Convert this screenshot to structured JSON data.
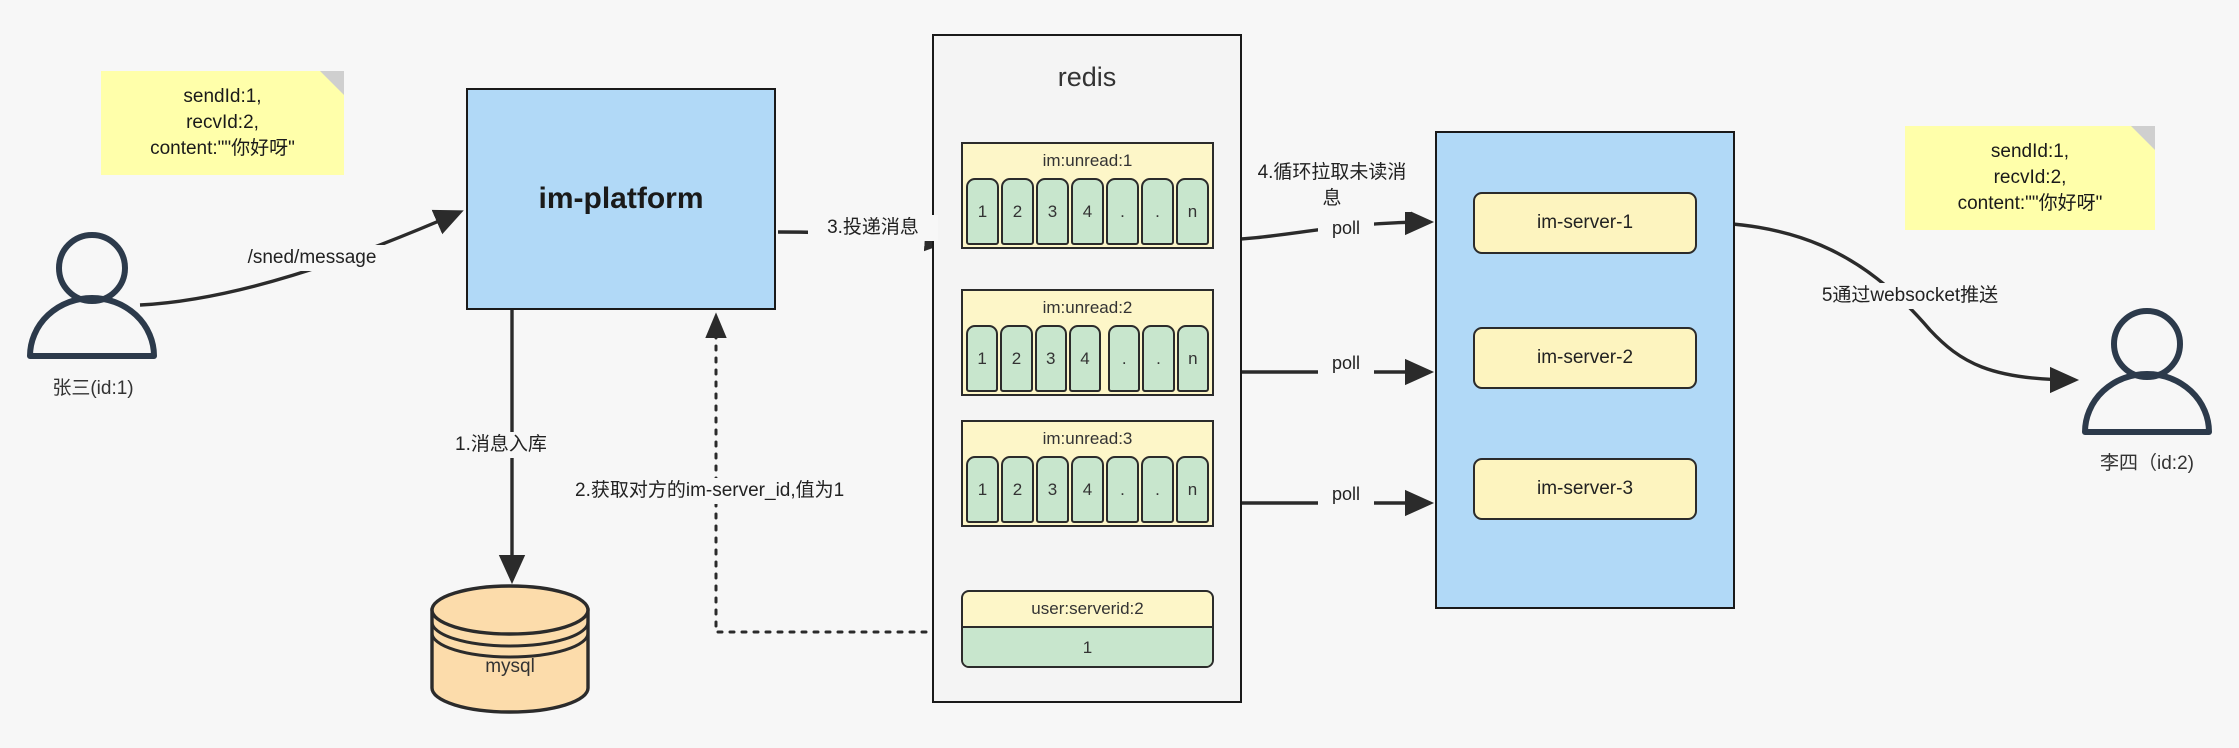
{
  "diagram": {
    "title": "IM message delivery architecture",
    "colors": {
      "note": "#ffffaa",
      "blue": "#b1d9f7",
      "yellow": "#fdf6c8",
      "green": "#c8e6cd",
      "orange": "#fcdcab",
      "stroke": "#1a1a1a",
      "canvas": "#f7f7f7"
    }
  },
  "notes": {
    "left": "sendId:1,\nrecvId:2,\ncontent:\"\"你好呀\"",
    "right": "sendId:1,\nrecvId:2,\ncontent:\"\"你好呀\""
  },
  "actors": {
    "sender": {
      "label": "张三(id:1)",
      "icon": "user-icon"
    },
    "receiver": {
      "label": "李四（id:2)",
      "icon": "user-icon"
    }
  },
  "platform": {
    "label": "im-platform"
  },
  "database": {
    "label": "mysql",
    "icon": "database-cylinder-icon"
  },
  "redis": {
    "title": "redis",
    "lists": [
      {
        "key": "im:unread:1",
        "cells": [
          "1",
          "2",
          "3",
          "4",
          ".",
          ".",
          "n"
        ]
      },
      {
        "key": "im:unread:2",
        "cells": [
          "1",
          "2",
          "3",
          "4",
          ".",
          ".",
          "n"
        ]
      },
      {
        "key": "im:unread:3",
        "cells": [
          "1",
          "2",
          "3",
          "4",
          ".",
          ".",
          "n"
        ]
      }
    ],
    "kv": {
      "key": "user:serverid:2",
      "value": "1"
    }
  },
  "server_cluster": {
    "servers": [
      {
        "label": "im-server-1"
      },
      {
        "label": "im-server-2"
      },
      {
        "label": "im-server-3"
      }
    ]
  },
  "edge_labels": {
    "send_message": "/sned/message",
    "step1": "1.消息入库",
    "step2": "2.获取对方的im-server_id,值为1",
    "step3": "3.投递消息",
    "step4": "4.循环拉取未读消\n息",
    "poll1": "poll",
    "poll2": "poll",
    "poll3": "poll",
    "step5": "5通过websocket推送"
  }
}
